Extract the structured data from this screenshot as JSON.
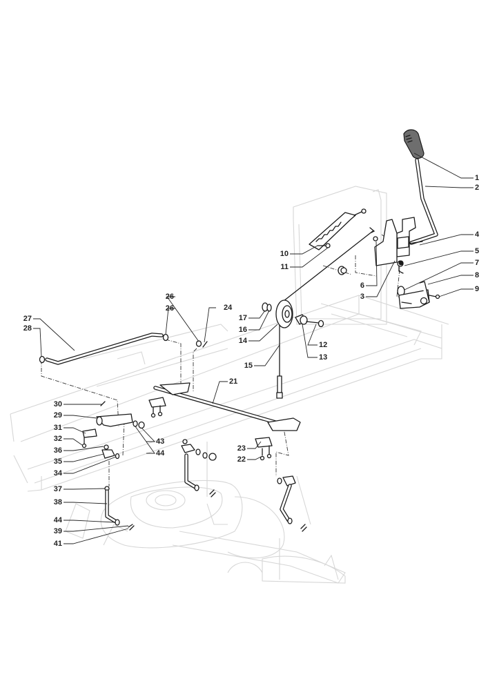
{
  "diagram": {
    "title": "Cutting height adjustment linkage - exploded parts view",
    "colors": {
      "linework": "#1a1a1a",
      "ghost_frame": "#d6d6d6",
      "grip": "#6e6e6e",
      "background": "#ffffff"
    }
  },
  "callouts": {
    "c1": "1",
    "c2": "2",
    "c3": "3",
    "c4": "4",
    "c5": "5",
    "c6": "6",
    "c7": "7",
    "c8": "8",
    "c9": "9",
    "c10": "10",
    "c11": "11",
    "c12": "12",
    "c13": "13",
    "c14": "14",
    "c15": "15",
    "c16": "16",
    "c17": "17",
    "c21": "21",
    "c22": "22",
    "c23": "23",
    "c24": "24",
    "c26a": "26",
    "c26b": "26",
    "c27": "27",
    "c28": "28",
    "c29": "29",
    "c30": "30",
    "c31": "31",
    "c32": "32",
    "c34": "34",
    "c35": "35",
    "c36": "36",
    "c37": "37",
    "c38": "38",
    "c39": "39",
    "c41": "41",
    "c43": "43",
    "c44a": "44",
    "c44b": "44"
  }
}
